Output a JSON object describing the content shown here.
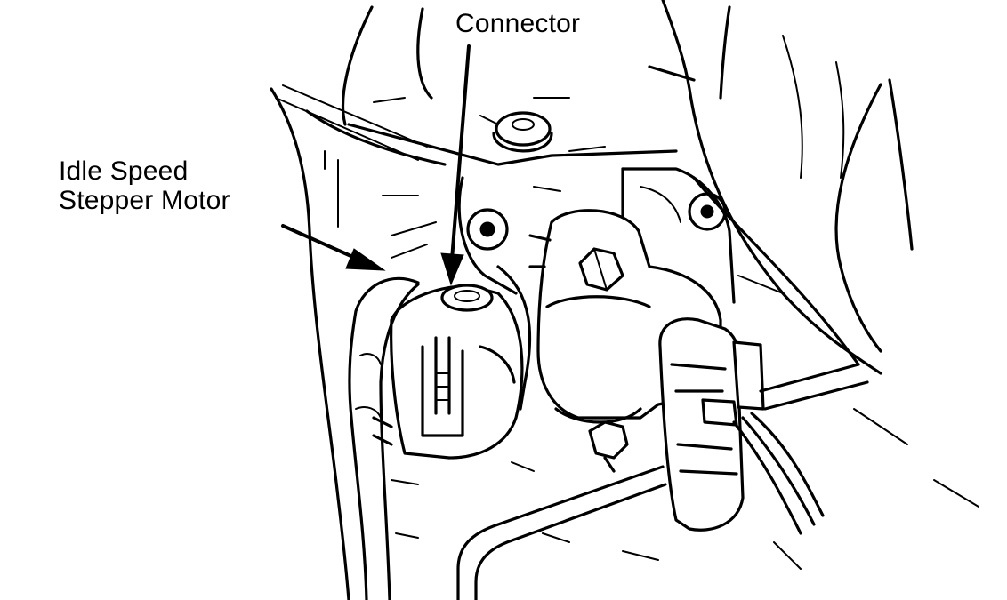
{
  "labels": {
    "connector": "Connector",
    "idle_speed_line1": "Idle Speed",
    "idle_speed_line2": "Stepper Motor"
  }
}
